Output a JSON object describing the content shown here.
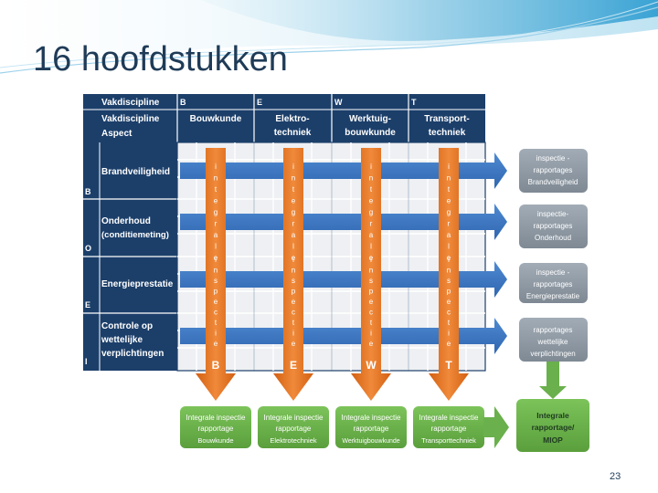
{
  "slide": {
    "title": "16 hoofdstukken",
    "page_number": "23"
  },
  "colors": {
    "header_navy": "#1c3f6a",
    "row_blue": "#3d78c4",
    "arrow_orange": "#e06c1c",
    "output_green": "#6ab04c",
    "output_gray": "#8f9aa5",
    "grid_cell": "#f3f4f6"
  },
  "diagram": {
    "header": {
      "top_label": "Vakdiscipline",
      "column_letters": [
        "B",
        "E",
        "W",
        "T"
      ],
      "row_header_line1": "Vakdiscipline",
      "row_header_line2": "Aspect",
      "disciplines": [
        {
          "line1": "Bouwkunde",
          "line2": ""
        },
        {
          "line1": "Elektro-",
          "line2": "techniek"
        },
        {
          "line1": "Werktuig-",
          "line2": "bouwkunde"
        },
        {
          "line1": "Transport-",
          "line2": "techniek"
        }
      ]
    },
    "aspects": [
      {
        "letter": "B",
        "line1": "Brandveiligheid",
        "line2": "",
        "line3": ""
      },
      {
        "letter": "O",
        "line1": "Onderhoud",
        "line2": "(conditiemeting)",
        "line3": ""
      },
      {
        "letter": "E",
        "line1": "Energieprestatie",
        "line2": "",
        "line3": ""
      },
      {
        "letter": "I",
        "line1": "Controle op",
        "line2": "wettelijke",
        "line3": "verplichtingen"
      }
    ],
    "vertical_arrows": {
      "word1": "integrale",
      "word2": "inspectie",
      "labels": [
        "B",
        "E",
        "W",
        "T"
      ]
    },
    "right_reports": [
      {
        "line1": "inspectie -",
        "line2": "rapportages",
        "line3": "Brandveiligheid"
      },
      {
        "line1": "inspectie-",
        "line2": "rapportages",
        "line3": "Onderhoud"
      },
      {
        "line1": "inspectie -",
        "line2": "rapportages",
        "line3": "Energieprestatie"
      },
      {
        "line1": "rapportages",
        "line2": "wettelijke",
        "line3": "verplichtingen"
      }
    ],
    "bottom_reports": [
      {
        "line1": "Integrale inspectie",
        "line2": "rapportage",
        "line3": "Bouwkunde"
      },
      {
        "line1": "Integrale inspectie",
        "line2": "rapportage",
        "line3": "Elektrotechniek"
      },
      {
        "line1": "Integrale inspectie",
        "line2": "rapportage",
        "line3": "Werktuigbouwkunde"
      },
      {
        "line1": "Integrale inspectie",
        "line2": "rapportage",
        "line3": "Transporttechniek"
      }
    ],
    "final_report": {
      "line1": "Integrale",
      "line2": "rapportage/",
      "line3": "MIOP"
    }
  }
}
